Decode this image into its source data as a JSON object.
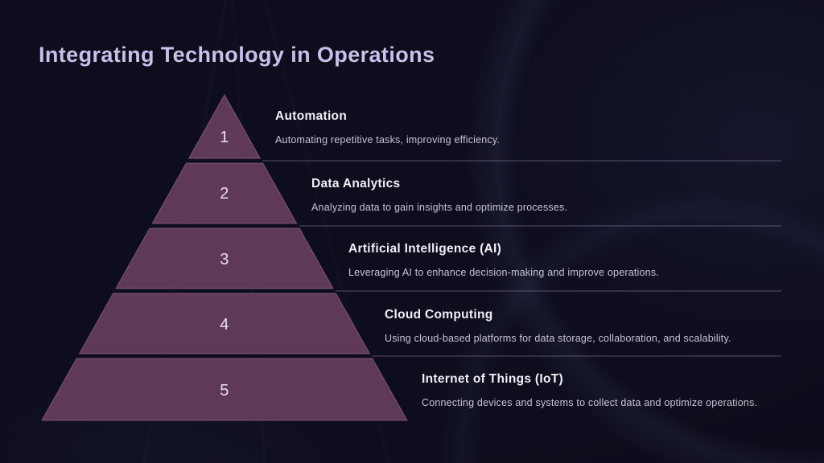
{
  "slide": {
    "title": "Integrating Technology in Operations"
  },
  "pyramid": {
    "levels": [
      {
        "number": "1",
        "title": "Automation",
        "description": "Automating repetitive tasks, improving efficiency."
      },
      {
        "number": "2",
        "title": "Data Analytics",
        "description": "Analyzing data to gain insights and optimize processes."
      },
      {
        "number": "3",
        "title": "Artificial Intelligence (AI)",
        "description": "Leveraging AI to enhance decision-making and improve operations."
      },
      {
        "number": "4",
        "title": "Cloud Computing",
        "description": "Using cloud-based platforms for data storage, collaboration, and scalability."
      },
      {
        "number": "5",
        "title": "Internet of Things (IoT)",
        "description": "Connecting devices and systems to collect data and optimize operations."
      }
    ]
  },
  "colors": {
    "background": "#0d0d1d",
    "heading_text": "#c7c0ea",
    "segment_fill": "#5e3a56",
    "segment_edge": "#cb8ab1",
    "number_text": "#eadded",
    "level_title_text": "#f1eef6",
    "level_description_text": "#c9c3d3",
    "separator_line": "#9e82b2"
  }
}
